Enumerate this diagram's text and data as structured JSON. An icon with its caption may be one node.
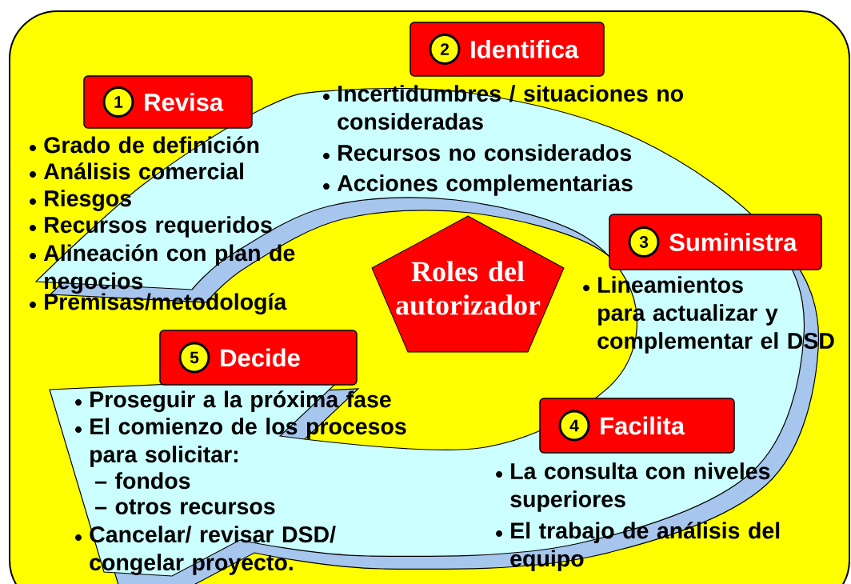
{
  "diagram": {
    "nodes": [
      {
        "text": [
          "1",
          "Revisa"
        ],
        "beside": [
          "Grado de definición",
          "Análisis comercial",
          "Riesgos",
          "Recursos requeridos",
          "Alineación con plan de negocios",
          "Premisas/metodología"
        ]
      },
      {
        "text": [
          "2",
          "Identifica"
        ],
        "beside": [
          "Incertidumbres / situaciones no consideradas",
          "Recursos no considerados",
          "Acciones complementarias"
        ]
      },
      {
        "text": [
          "3",
          "Suministra"
        ],
        "beside": [
          "Lineamientos para actualizar y complementar el DSD"
        ]
      },
      {
        "text": [
          "Roles del autorizador"
        ]
      },
      {
        "text": [
          "5",
          "Decide"
        ],
        "beside": [
          "Proseguir a la próxima fase",
          "El comienzo de los procesos para solicitar:",
          "– fondos",
          "– otros recursos",
          "Cancelar/ revisar DSD/ congelar proyecto."
        ]
      },
      {
        "text": [
          "4",
          "Facilita"
        ],
        "beside": [
          "La consulta con niveles superiores",
          "El trabajo de análisis del equipo"
        ]
      }
    ]
  }
}
